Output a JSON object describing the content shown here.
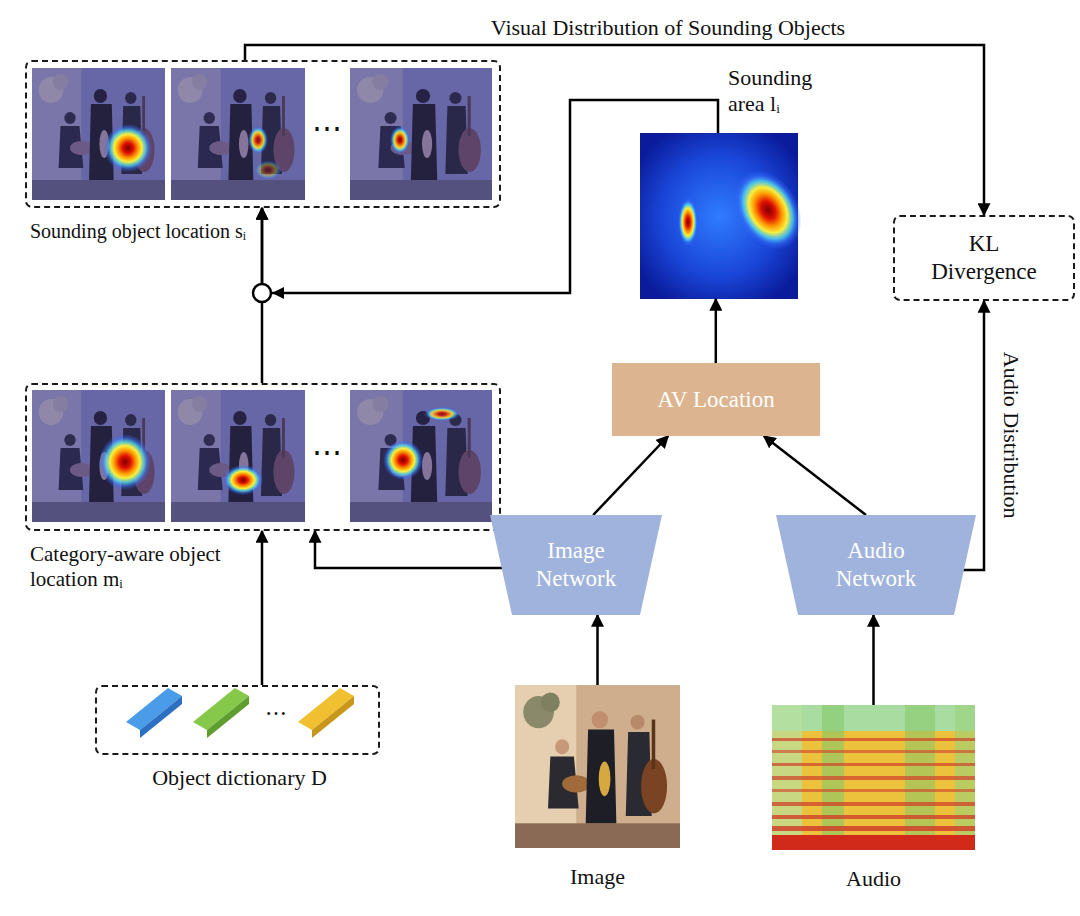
{
  "diagram": {
    "nodes": [
      {
        "text": [
          "Sounding object location sᵢ"
        ]
      },
      {
        "text": [
          "Sounding area lᵢ"
        ]
      },
      {
        "text": [
          "KL Divergence"
        ]
      },
      {
        "text": [
          "Category-aware object location mᵢ"
        ]
      },
      {
        "text": [
          "AV Location"
        ]
      },
      {
        "text": [
          "Image Network"
        ]
      },
      {
        "text": [
          "Audio Network"
        ]
      },
      {
        "text": [
          "Object dictionary D"
        ]
      },
      {
        "text": [
          "Image"
        ]
      },
      {
        "text": [
          "Audio"
        ]
      }
    ],
    "edges": [
      {
        "from": 7,
        "to": 3,
        "arrow": "to"
      },
      {
        "from": 5,
        "to": 3,
        "arrow": "to"
      },
      {
        "from": 5,
        "to": 4,
        "arrow": "to"
      },
      {
        "from": 6,
        "to": 4,
        "arrow": "to"
      },
      {
        "from": 4,
        "to": 1,
        "arrow": "to"
      },
      {
        "from": 1,
        "to": 0,
        "arrow": "to"
      },
      {
        "from": 3,
        "to": 0,
        "arrow": "to"
      },
      {
        "from": 0,
        "to": 2,
        "label": "Visual Distribution of Sounding Objects",
        "arrow": "to"
      },
      {
        "from": 6,
        "to": 2,
        "label": "Audio Distribution",
        "arrow": "to"
      },
      {
        "from": 8,
        "to": 5,
        "arrow": "to"
      },
      {
        "from": 9,
        "to": 6,
        "arrow": "to"
      }
    ],
    "labels": [
      "⋯",
      "⋯",
      "…"
    ]
  }
}
